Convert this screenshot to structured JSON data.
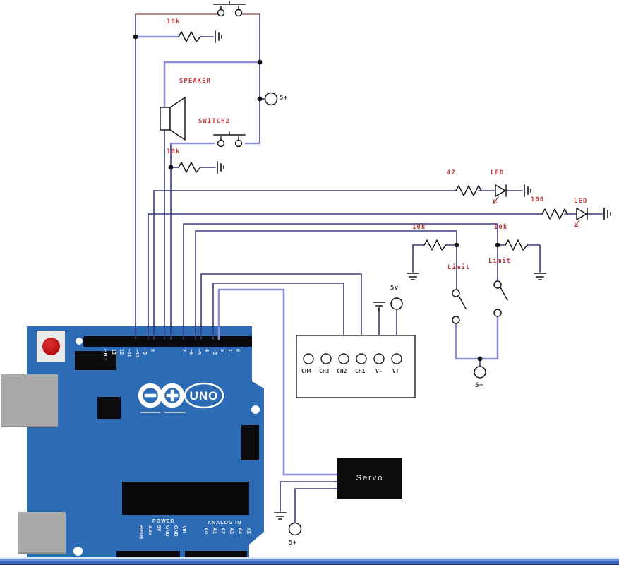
{
  "schematic": {
    "components": {
      "top_pullup_resistor": "10k",
      "speaker": "SPEAKER",
      "switch2": "SWITCH2",
      "mid_pullup_resistor": "10k",
      "led1_resistor": "47",
      "led1": "LED",
      "led2_resistor": "100",
      "led2": "LED",
      "limit_left_resistor": "10k",
      "limit_right_resistor": "10k",
      "limit_left_switch": "Limit",
      "limit_right_switch": "Limit",
      "servo": "Servo"
    },
    "power": {
      "vcc_top": "5+",
      "vcc_5v": "5v",
      "vcc_limit": "5+",
      "vcc_servo": "5+"
    },
    "connector": {
      "pins": [
        "CH4",
        "CH3",
        "CH2",
        "CH1",
        "V-",
        "V+"
      ]
    }
  },
  "arduino": {
    "logo_text": "UNO",
    "digital_pins": [
      "GND",
      "13",
      "12",
      "~11",
      "~10",
      "~9",
      "8",
      "7",
      "~6",
      "~5",
      "4",
      "~3",
      "2",
      "1",
      "0"
    ],
    "power_header": "POWER",
    "power_pins": [
      "Reset",
      "3.3V",
      "5V",
      "GND",
      "GND",
      "Vin"
    ],
    "analog_header": "ANALOG IN",
    "analog_pins": [
      "A0",
      "A1",
      "A2",
      "A3",
      "A4",
      "A5"
    ]
  },
  "colors": {
    "board_blue": "#2d6cb5",
    "wire_navy": "#3b3b84",
    "wire_periwinkle": "#8d8fd6",
    "wire_maroon": "#9b6a6a",
    "label_red": "#c13b3b",
    "reset_red": "#cc1518"
  }
}
